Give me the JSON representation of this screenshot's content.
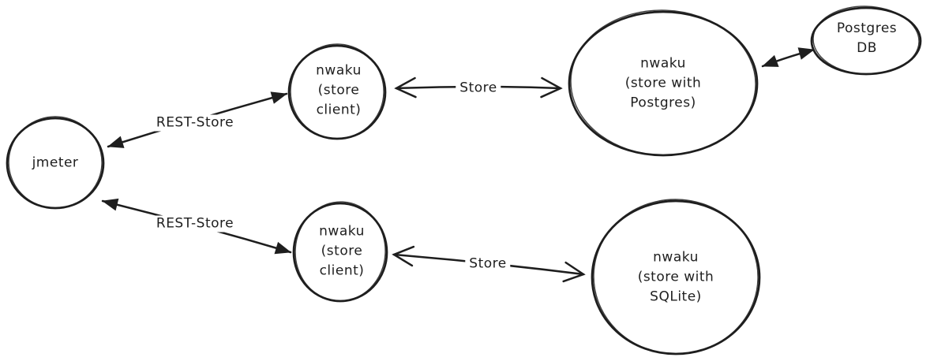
{
  "diagram": {
    "background_color": "#ffffff",
    "stroke_color": "#1e1e1e",
    "nodes": [
      {
        "id": "jmeter",
        "shape": "circle",
        "lines": [
          "jmeter"
        ]
      },
      {
        "id": "nwaku-store-client-top",
        "shape": "circle",
        "lines": [
          "nwaku",
          "(store",
          "client)"
        ]
      },
      {
        "id": "nwaku-store-postgres",
        "shape": "ellipse",
        "lines": [
          "nwaku",
          "(store with",
          "Postgres)"
        ]
      },
      {
        "id": "postgres-db",
        "shape": "ellipse",
        "lines": [
          "Postgres",
          "DB"
        ]
      },
      {
        "id": "nwaku-store-client-bottom",
        "shape": "circle",
        "lines": [
          "nwaku",
          "(store",
          "client)"
        ]
      },
      {
        "id": "nwaku-store-sqlite",
        "shape": "circle",
        "lines": [
          "nwaku",
          "(store with",
          "SQLite)"
        ]
      }
    ],
    "edges": [
      {
        "id": "rest-store-top",
        "label": "REST-Store",
        "from": "jmeter",
        "to": "nwaku-store-client-top",
        "arrowheads": "filled-both-ends"
      },
      {
        "id": "store-top",
        "label": "Store",
        "from": "nwaku-store-client-top",
        "to": "nwaku-store-postgres",
        "arrowheads": "open-both-ends"
      },
      {
        "id": "postgres-db-link",
        "label": "",
        "from": "nwaku-store-postgres",
        "to": "postgres-db",
        "arrowheads": "filled-both-ends"
      },
      {
        "id": "rest-store-bottom",
        "label": "REST-Store",
        "from": "jmeter",
        "to": "nwaku-store-client-bottom",
        "arrowheads": "filled-both-ends"
      },
      {
        "id": "store-bottom",
        "label": "Store",
        "from": "nwaku-store-client-bottom",
        "to": "nwaku-store-sqlite",
        "arrowheads": "open-both-ends"
      }
    ]
  }
}
